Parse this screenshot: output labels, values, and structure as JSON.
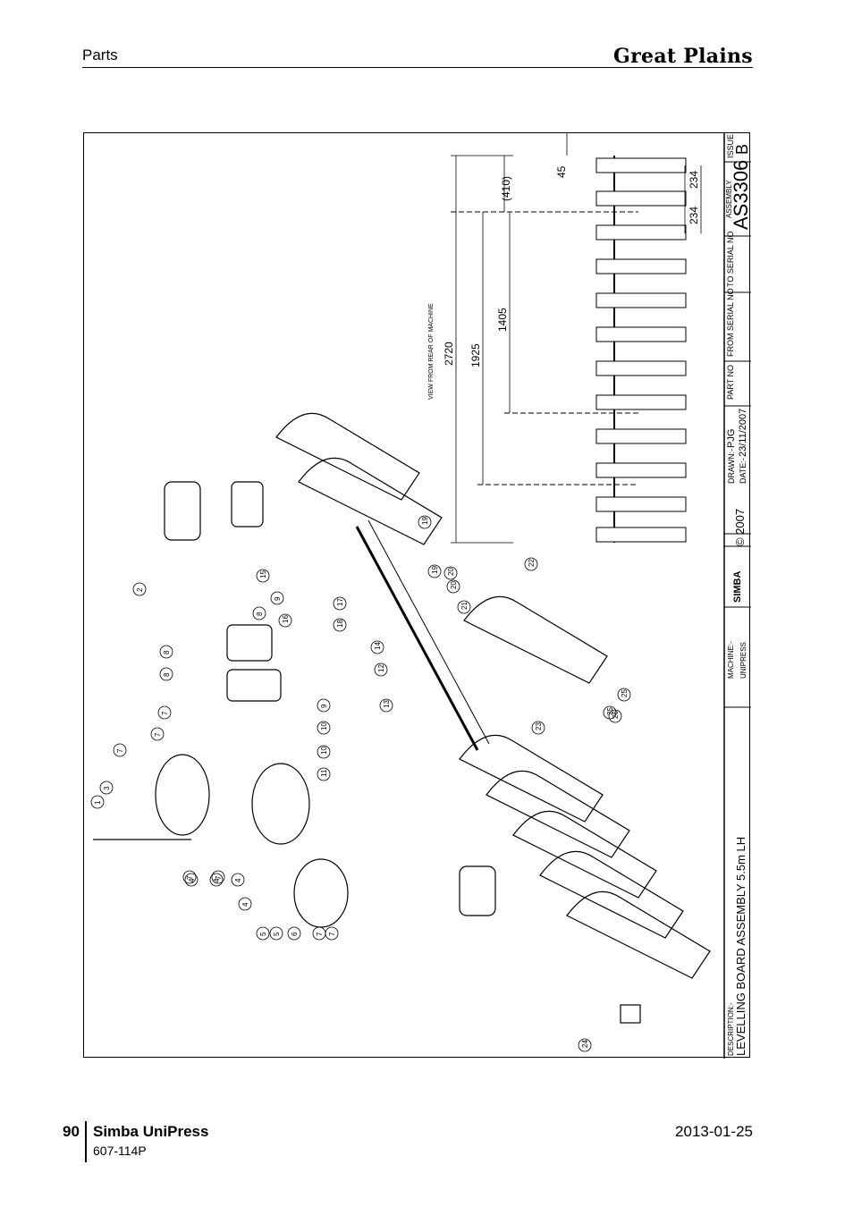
{
  "header": {
    "section": "Parts",
    "brand": "Great Plains"
  },
  "drawing": {
    "view_label": "VIEW FROM REAR OF MACHINE",
    "dimensions": [
      "2720",
      "1925",
      "1405",
      "(410)",
      "45",
      "234",
      "234"
    ],
    "title_block": {
      "issue_label": "ISSUE",
      "issue": "B",
      "assembly_label": "ASSEMBLY",
      "assembly": "AS3306",
      "to_serial_label": "TO SERIAL NO",
      "from_serial_label": "FROM SERIAL NO",
      "part_no_label": "PART NO",
      "drawn_label": "DRAWN:-",
      "drawn": "PJG",
      "date_label": "DATE:-",
      "date": "23/11/2007",
      "copyright": "© 2007",
      "logo": "SIMBA",
      "machine_label": "MACHINE:-",
      "machine": "UNIPRESS",
      "description_label": "DESCRIPTION:-",
      "description": "LEVELLING BOARD ASSEMBLY 5.5m LH"
    },
    "callouts": [
      "1",
      "2",
      "3",
      "4",
      "4",
      "4",
      "4",
      "5",
      "5",
      "6",
      "7",
      "7",
      "7",
      "7",
      "7",
      "7",
      "7",
      "8",
      "8",
      "8",
      "9",
      "9",
      "10",
      "10",
      "11",
      "12",
      "13",
      "14",
      "15",
      "16",
      "17",
      "18",
      "19",
      "19",
      "20",
      "20",
      "21",
      "22",
      "23",
      "24",
      "25",
      "25",
      "26"
    ]
  },
  "footer": {
    "page": "90",
    "title": "Simba UniPress",
    "code": "607-114P",
    "date": "2013-01-25"
  }
}
